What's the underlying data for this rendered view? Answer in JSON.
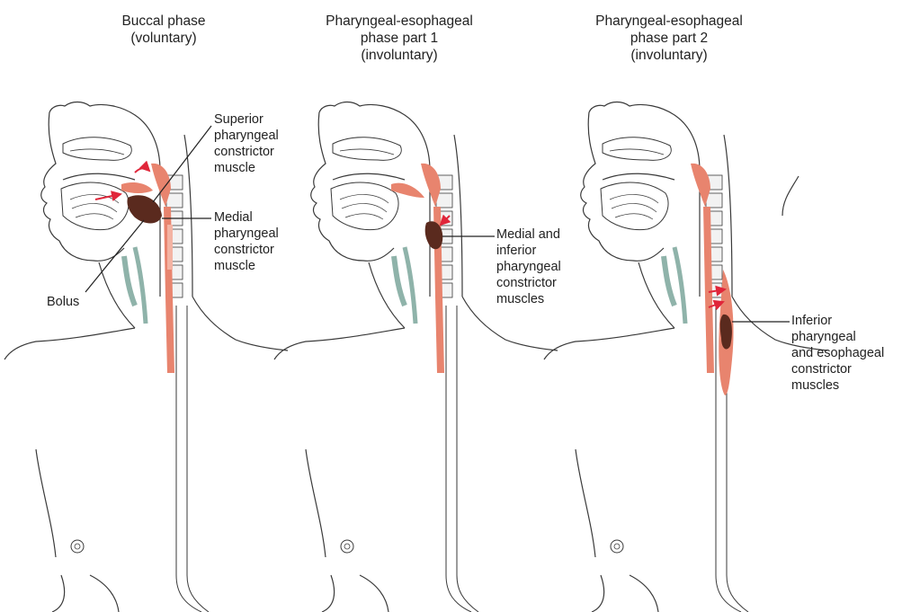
{
  "panels": [
    {
      "title": [
        "Buccal phase",
        "(voluntary)"
      ],
      "labels": {
        "superior": [
          "Superior",
          "pharyngeal",
          "constrictor",
          "muscle"
        ],
        "medial": [
          "Medial",
          "pharyngeal",
          "constrictor",
          "muscle"
        ],
        "bolus": "Bolus"
      }
    },
    {
      "title": [
        "Pharyngeal-esophageal",
        "phase part 1",
        "(involuntary)"
      ],
      "labels": {
        "medial_inferior": [
          "Medial and",
          "inferior",
          "pharyngeal",
          "constrictor",
          "muscles"
        ]
      }
    },
    {
      "title": [
        "Pharyngeal-esophageal",
        "phase part 2",
        "(involuntary)"
      ],
      "labels": {
        "inferior_esophageal": [
          "Inferior",
          "pharyngeal",
          "and esophageal",
          "constrictor",
          "muscles"
        ]
      }
    }
  ],
  "colors": {
    "muscle": "#e8846e",
    "muscle_light": "#f3b3a3",
    "bolus": "#5a2a1e",
    "cartilage": "#b7d3cc",
    "outline": "#3a3a3a",
    "arrow": "#e0263a"
  }
}
